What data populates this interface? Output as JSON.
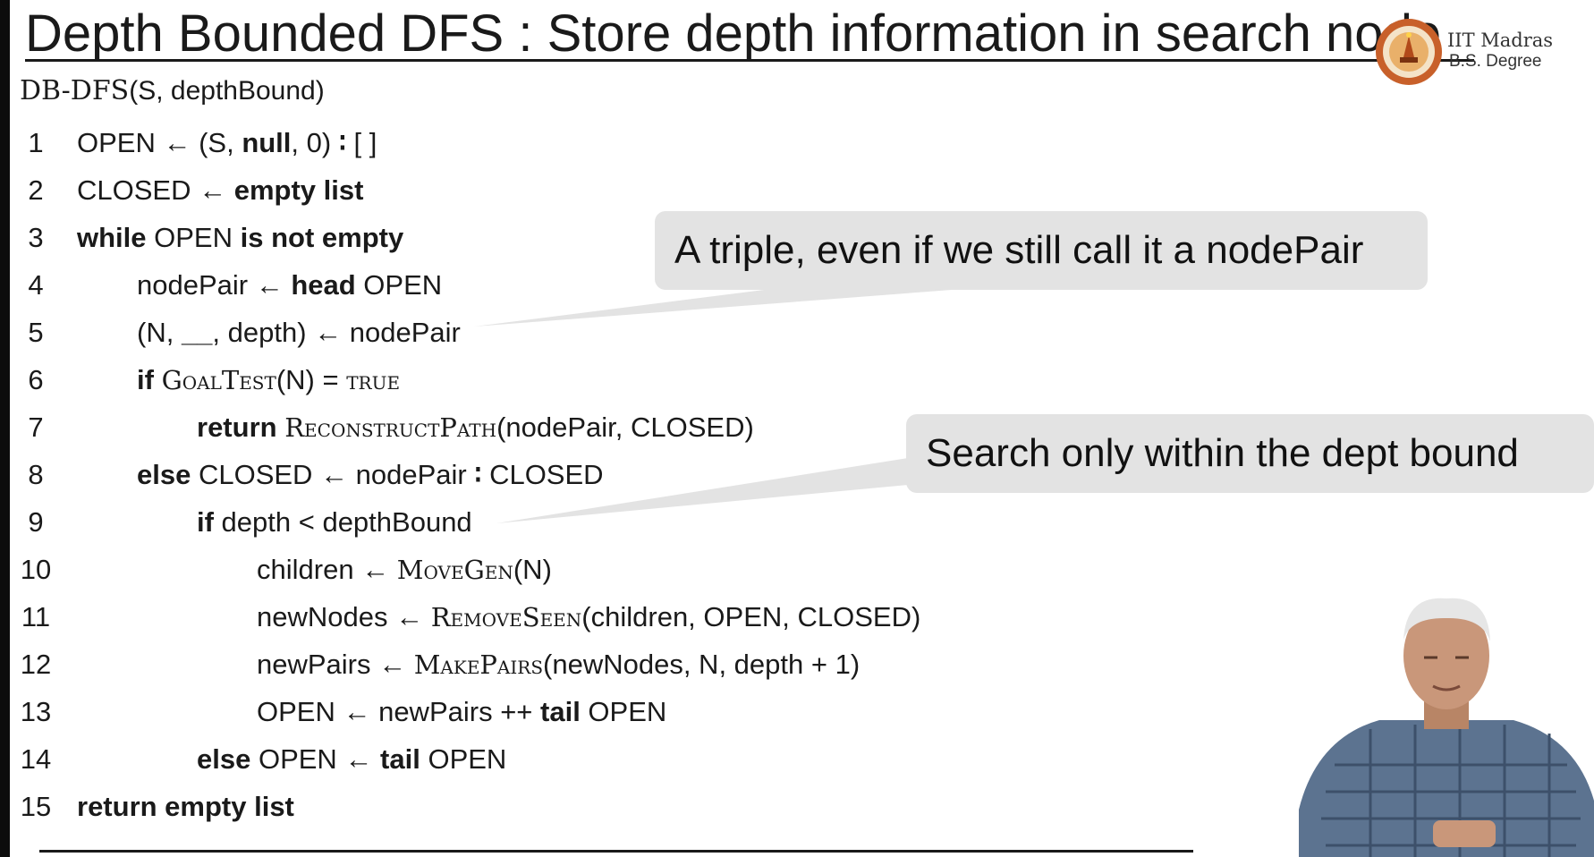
{
  "slide": {
    "title": "Depth Bounded DFS : Store depth information in search node",
    "logo": {
      "line1": "IIT Madras",
      "line2": "B.S. Degree"
    },
    "signature": {
      "name": "DB-DFS",
      "args": "(S, depthBound)"
    }
  },
  "algorithm": {
    "lines": [
      {
        "num": "1",
        "indent": 0,
        "parts": [
          {
            "t": "OPEN ← (S, ",
            "s": "n"
          },
          {
            "t": "null",
            "s": "kw"
          },
          {
            "t": ", 0) ",
            "s": "n"
          },
          {
            "t": "∶",
            "s": "kw"
          },
          {
            "t": " [ ]",
            "s": "n"
          }
        ]
      },
      {
        "num": "2",
        "indent": 0,
        "parts": [
          {
            "t": "CLOSED ← ",
            "s": "n"
          },
          {
            "t": "empty list",
            "s": "kw"
          }
        ]
      },
      {
        "num": "3",
        "indent": 0,
        "parts": [
          {
            "t": "while",
            "s": "kw"
          },
          {
            "t": " OPEN ",
            "s": "n"
          },
          {
            "t": "is not empty",
            "s": "kw"
          }
        ]
      },
      {
        "num": "4",
        "indent": 1,
        "parts": [
          {
            "t": "nodePair ← ",
            "s": "n"
          },
          {
            "t": "head",
            "s": "kw"
          },
          {
            "t": " OPEN",
            "s": "n"
          }
        ]
      },
      {
        "num": "5",
        "indent": 1,
        "parts": [
          {
            "t": "(N, ",
            "s": "n"
          },
          {
            "t": "__",
            "s": "kw"
          },
          {
            "t": ", depth) ← nodePair",
            "s": "n"
          }
        ]
      },
      {
        "num": "6",
        "indent": 1,
        "parts": [
          {
            "t": "if",
            "s": "kw"
          },
          {
            "t": " ",
            "s": "n"
          },
          {
            "t": "GoalTest",
            "s": "sc"
          },
          {
            "t": "(N) = ",
            "s": "n"
          },
          {
            "t": "true",
            "s": "sc"
          }
        ]
      },
      {
        "num": "7",
        "indent": 2,
        "parts": [
          {
            "t": "return",
            "s": "kw"
          },
          {
            "t": " ",
            "s": "n"
          },
          {
            "t": "ReconstructPath",
            "s": "sc"
          },
          {
            "t": "(nodePair, CLOSED)",
            "s": "n"
          }
        ]
      },
      {
        "num": "8",
        "indent": 1,
        "parts": [
          {
            "t": "else",
            "s": "kw"
          },
          {
            "t": " CLOSED ← nodePair ",
            "s": "n"
          },
          {
            "t": "∶",
            "s": "kw"
          },
          {
            "t": " CLOSED",
            "s": "n"
          }
        ]
      },
      {
        "num": "9",
        "indent": 2,
        "parts": [
          {
            "t": "if",
            "s": "kw"
          },
          {
            "t": " depth < depthBound",
            "s": "n"
          }
        ]
      },
      {
        "num": "10",
        "indent": 3,
        "parts": [
          {
            "t": "children ← ",
            "s": "n"
          },
          {
            "t": "MoveGen",
            "s": "sc"
          },
          {
            "t": "(N)",
            "s": "n"
          }
        ]
      },
      {
        "num": "11",
        "indent": 3,
        "parts": [
          {
            "t": "newNodes ← ",
            "s": "n"
          },
          {
            "t": "RemoveSeen",
            "s": "sc"
          },
          {
            "t": "(children, OPEN, CLOSED)",
            "s": "n"
          }
        ]
      },
      {
        "num": "12",
        "indent": 3,
        "parts": [
          {
            "t": "newPairs ← ",
            "s": "n"
          },
          {
            "t": "MakePairs",
            "s": "sc"
          },
          {
            "t": "(newNodes, N, depth + 1)",
            "s": "n"
          }
        ]
      },
      {
        "num": "13",
        "indent": 3,
        "parts": [
          {
            "t": "OPEN ← newPairs ++ ",
            "s": "n"
          },
          {
            "t": "tail",
            "s": "kw"
          },
          {
            "t": " OPEN",
            "s": "n"
          }
        ]
      },
      {
        "num": "14",
        "indent": 2,
        "parts": [
          {
            "t": "else",
            "s": "kw"
          },
          {
            "t": " OPEN ← ",
            "s": "n"
          },
          {
            "t": "tail",
            "s": "kw"
          },
          {
            "t": " OPEN",
            "s": "n"
          }
        ]
      },
      {
        "num": "15",
        "indent": 0,
        "parts": [
          {
            "t": "return empty list",
            "s": "kw"
          }
        ]
      }
    ]
  },
  "callouts": {
    "triple": "A triple, even if we still call it a nodePair",
    "bound": "Search only within the dept bound"
  },
  "colors": {
    "callout_bg": "#e3e3e3",
    "text": "#1a1a1a",
    "logo_orange": "#c8602a"
  }
}
